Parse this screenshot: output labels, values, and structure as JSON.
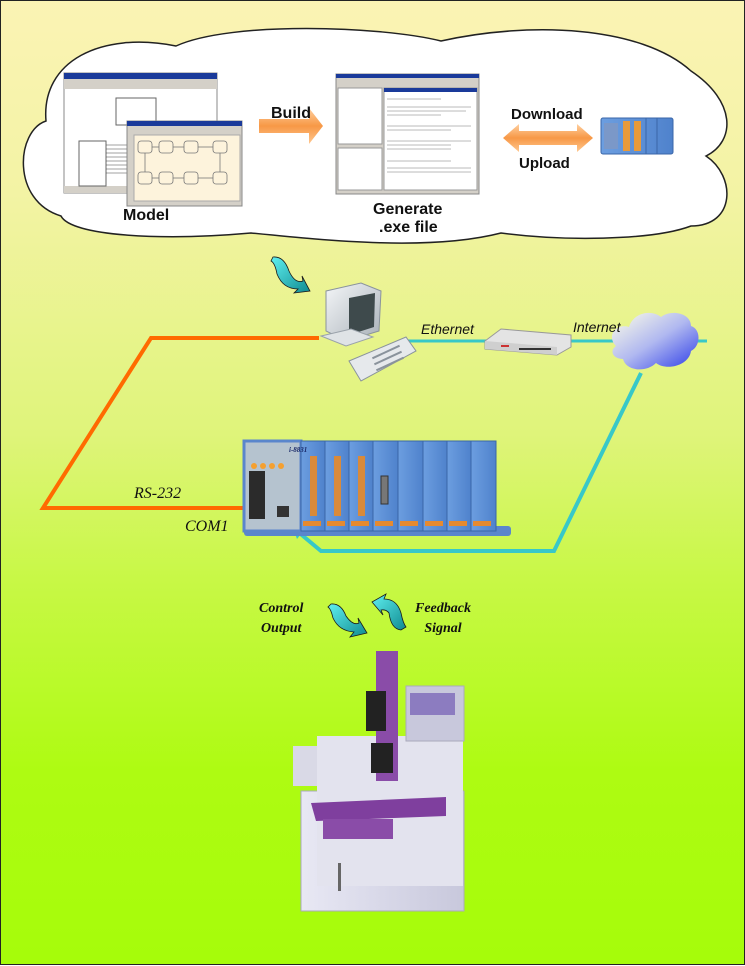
{
  "diagram": {
    "title": "Simulink model to PAC control workflow",
    "top_cloud": {
      "model_label": "Model",
      "build_label": "Build",
      "generate_label_line1": "Generate",
      "generate_label_line2": ".exe file",
      "download_label": "Download",
      "upload_label": "Upload"
    },
    "network": {
      "ethernet_label": "Ethernet",
      "internet_label": "Internet",
      "rs232_label": "RS-232",
      "com_port_label": "COM1"
    },
    "controller": {
      "model_label": "i-8831"
    },
    "machine_loop": {
      "control_output_line1": "Control",
      "control_output_line2": "Output",
      "feedback_line1": "Feedback",
      "feedback_line2": "Signal"
    },
    "colors": {
      "rs232_line": "#ff6a00",
      "ethernet_line": "#38c8c8",
      "arrow_orange": "#f9a256",
      "teal_arrow": "#17a9b0",
      "controller_blue": "#5b8fd6",
      "machine_purple": "#8a4ca8"
    }
  }
}
